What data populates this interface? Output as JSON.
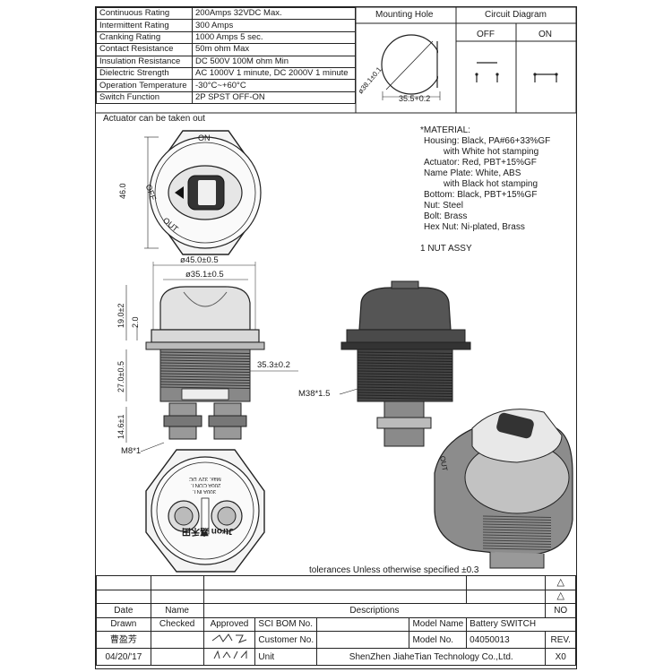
{
  "specs": [
    {
      "label": "Continuous Rating",
      "value": "200Amps 32VDC Max."
    },
    {
      "label": "Intermittent Rating",
      "value": "300 Amps"
    },
    {
      "label": "Cranking Rating",
      "value": "1000 Amps  5 sec."
    },
    {
      "label": "Contact Resistance",
      "value": "50m ohm Max"
    },
    {
      "label": "Insulation Resistance",
      "value": "DC 500V 100M ohm Min"
    },
    {
      "label": "Dielectric Strength",
      "value": "AC 1000V 1 minute, DC 2000V 1 minute"
    },
    {
      "label": "Operation Temperature",
      "value": "-30°C~+60°C"
    },
    {
      "label": "Switch Function",
      "value": "2P SPST OFF-ON"
    }
  ],
  "mounting_hole": {
    "title": "Mounting Hole",
    "dim_dia": "ø38.1±0.1",
    "dim_flat": "35.5+0.2"
  },
  "circuit_diagram": {
    "title": "Circuit Diagram",
    "off": "OFF",
    "on": "ON"
  },
  "note_actuator": "Actuator can be taken out",
  "front_labels": {
    "on": "ON",
    "off": "OFF",
    "out": "OUT",
    "height": "46.0"
  },
  "side_dims": {
    "d45": "ø45.0±0.5",
    "d35": "ø35.1±0.5",
    "h19": "19.0±2",
    "h2": "2.0",
    "h27": "27.0±0.5",
    "w353": "35.3±0.2",
    "h146": "14.6±1",
    "m8": "M8*1"
  },
  "thread_label": "M38*1.5",
  "bottom_text": {
    "brand": "Jtron 嘉禾田",
    "ratings": "Max. 32V DC",
    "cont": "200A CONT.",
    "int": "300A INT."
  },
  "iso_label": "OUT",
  "material": {
    "title": "*MATERIAL:",
    "lines": [
      "Housing: Black, PA#66+33%GF",
      "with White hot stamping",
      "Actuator: Red, PBT+15%GF",
      "Name Plate: White, ABS",
      "with Black hot stamping",
      "Bottom: Black, PBT+15%GF",
      "Nut: Steel",
      "Bolt: Brass",
      "Hex Nut: Ni-plated, Brass"
    ],
    "assy": "1 NUT ASSY"
  },
  "tolerance": "tolerances Unless otherwise specified ±0.3",
  "title_block": {
    "rev_marks": [
      "△",
      "△"
    ],
    "headers": {
      "date": "Date",
      "name": "Name",
      "descriptions": "Descriptions",
      "no": "NO"
    },
    "drawn": "Drawn",
    "checked": "Checked",
    "approved": "Approved",
    "sci_bom": "SCI BOM No.",
    "model_name_label": "Model Name",
    "model_name": "Battery SWITCH",
    "drawn_by": "曹盈芳",
    "customer_no": "Customer No.",
    "model_no_label": "Model No.",
    "model_no": "04050013",
    "rev": "REV.",
    "date": "04/20/'17",
    "unit": "Unit",
    "company": "ShenZhen JiaheTian Technology Co.,Ltd.",
    "rev_no": "X0"
  }
}
